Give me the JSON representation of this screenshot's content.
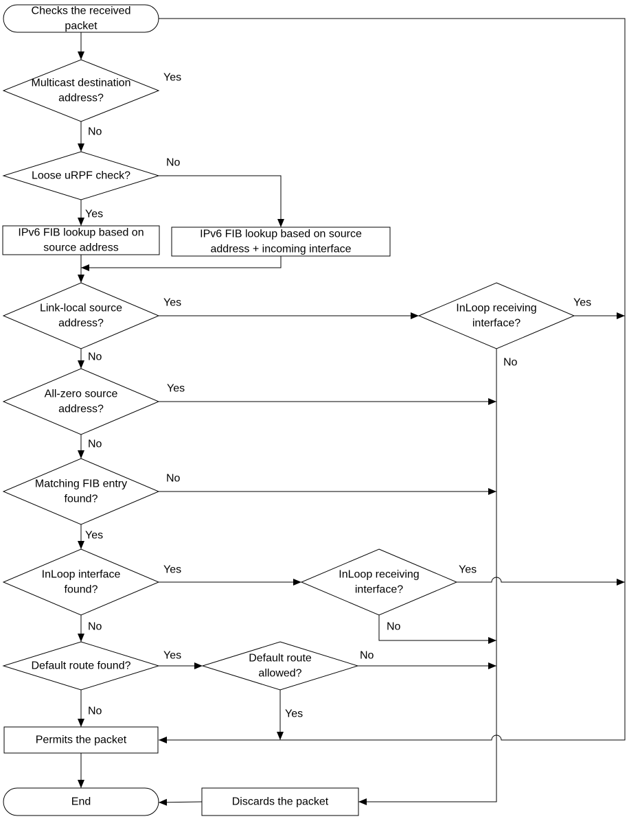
{
  "nodes": {
    "start": [
      "Checks the received",
      "packet"
    ],
    "multicast": [
      "Multicast destination",
      "address?"
    ],
    "loose": [
      "Loose uRPF check?"
    ],
    "fib_src": [
      "IPv6 FIB lookup based on",
      "source address"
    ],
    "fib_src_if": [
      "IPv6 FIB lookup based on source",
      "address + incoming interface"
    ],
    "link_local": [
      "Link-local source",
      "address?"
    ],
    "inloop_recv_1": [
      "InLoop receiving",
      "interface?"
    ],
    "all_zero": [
      "All-zero source",
      "address?"
    ],
    "matching_fib": [
      "Matching FIB entry",
      "found?"
    ],
    "inloop_if": [
      "InLoop interface",
      "found?"
    ],
    "inloop_recv_2": [
      "InLoop receiving",
      "interface?"
    ],
    "default_route": [
      "Default route found?"
    ],
    "default_allowed": [
      "Default route",
      "allowed?"
    ],
    "permit": [
      "Permits the packet"
    ],
    "discard": [
      "Discards the packet"
    ],
    "end": [
      "End"
    ]
  },
  "labels": {
    "multicast_yes": "Yes",
    "multicast_no": "No",
    "loose_no": "No",
    "loose_yes": "Yes",
    "link_local_yes": "Yes",
    "inloop_recv_1_yes": "Yes",
    "link_local_no": "No",
    "inloop_recv_1_no": "No",
    "all_zero_yes": "Yes",
    "all_zero_no": "No",
    "matching_fib_no": "No",
    "matching_fib_yes": "Yes",
    "inloop_if_yes": "Yes",
    "inloop_recv_2_yes": "Yes",
    "inloop_recv_2_no": "No",
    "inloop_if_no": "No",
    "default_route_yes": "Yes",
    "default_allowed_no": "No",
    "default_route_no": "No",
    "default_allowed_yes": "Yes"
  }
}
